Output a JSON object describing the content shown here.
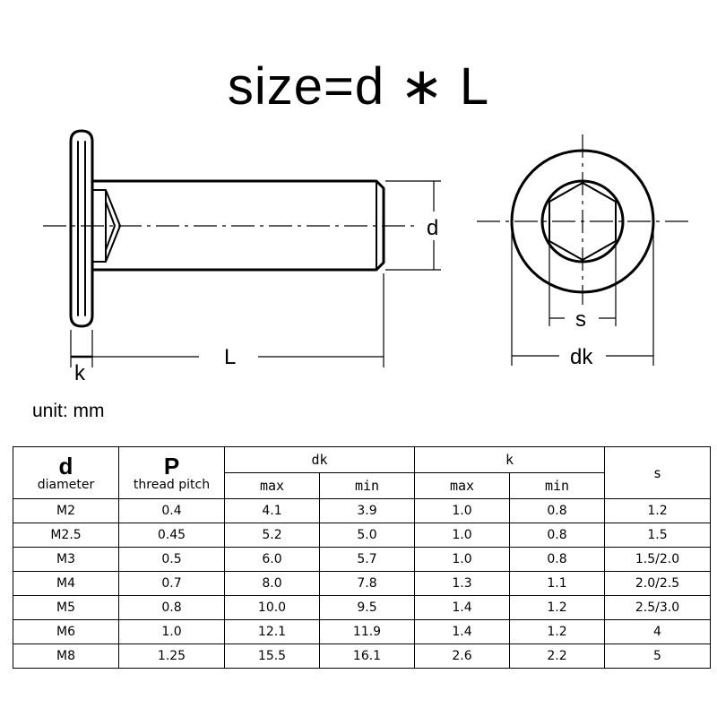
{
  "title": "size=d ∗ L",
  "unit": "unit: mm",
  "labels": {
    "d": "d",
    "L": "L",
    "k": "k",
    "s": "s",
    "dk": "dk"
  },
  "table": {
    "header": {
      "d_symbol": "d",
      "d_desc": "diameter",
      "p_symbol": "P",
      "p_desc": "thread pitch",
      "dk": "dk",
      "k": "k",
      "s": "s",
      "max": "max",
      "min": "min"
    },
    "rows": [
      [
        "M2",
        "0.4",
        "4.1",
        "3.9",
        "1.0",
        "0.8",
        "1.2"
      ],
      [
        "M2.5",
        "0.45",
        "5.2",
        "5.0",
        "1.0",
        "0.8",
        "1.5"
      ],
      [
        "M3",
        "0.5",
        "6.0",
        "5.7",
        "1.0",
        "0.8",
        "1.5/2.0"
      ],
      [
        "M4",
        "0.7",
        "8.0",
        "7.8",
        "1.3",
        "1.1",
        "2.0/2.5"
      ],
      [
        "M5",
        "0.8",
        "10.0",
        "9.5",
        "1.4",
        "1.2",
        "2.5/3.0"
      ],
      [
        "M6",
        "1.0",
        "12.1",
        "11.9",
        "1.4",
        "1.2",
        "4"
      ],
      [
        "M8",
        "1.25",
        "15.5",
        "16.1",
        "2.6",
        "2.2",
        "5"
      ]
    ]
  }
}
